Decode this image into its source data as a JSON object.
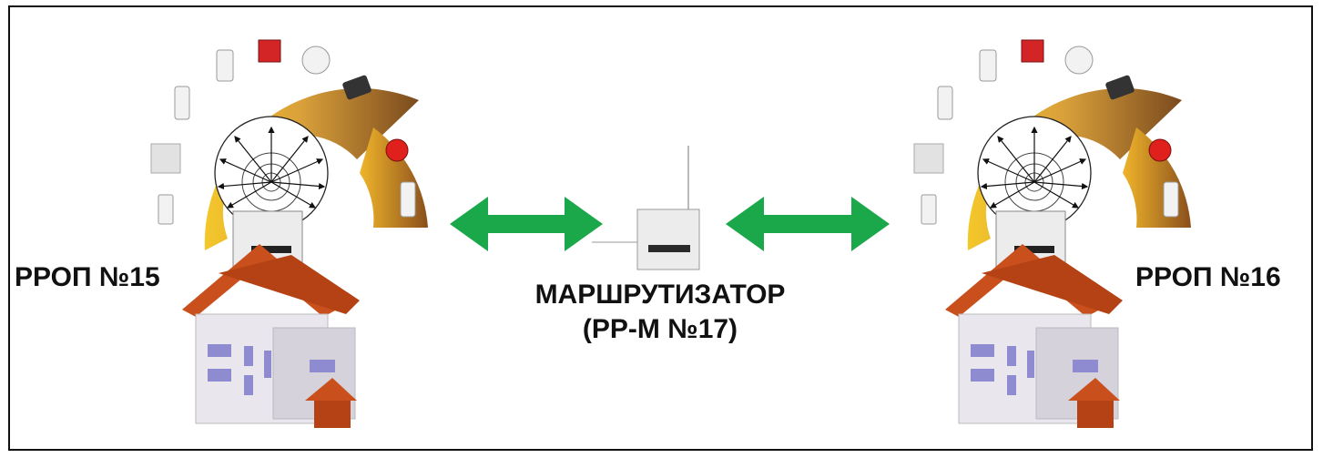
{
  "nodes": {
    "left": {
      "label": "РРОП №15"
    },
    "right": {
      "label": "РРОП №16"
    },
    "router": {
      "label_line1": "МАРШРУТИЗАТОР",
      "label_line2": "(РР-М №17)"
    }
  },
  "colors": {
    "arc_light": "#f2c21e",
    "arc_dark": "#7a4a1e",
    "arrow": "#1aa84a",
    "roof": "#c9501c",
    "wall": "#e9e6ee",
    "window": "#8f8bd0",
    "frame": "#111111"
  },
  "icons": {
    "sensors": [
      "pir-sensor-icon",
      "pir-sensor-icon",
      "call-point-icon",
      "smoke-detector-icon",
      "glass-break-icon",
      "siren-icon",
      "relay-module-icon",
      "box-sensor-icon",
      "door-sensor-icon"
    ],
    "hub": "radial-antenna-icon",
    "router": "router-device-icon"
  }
}
